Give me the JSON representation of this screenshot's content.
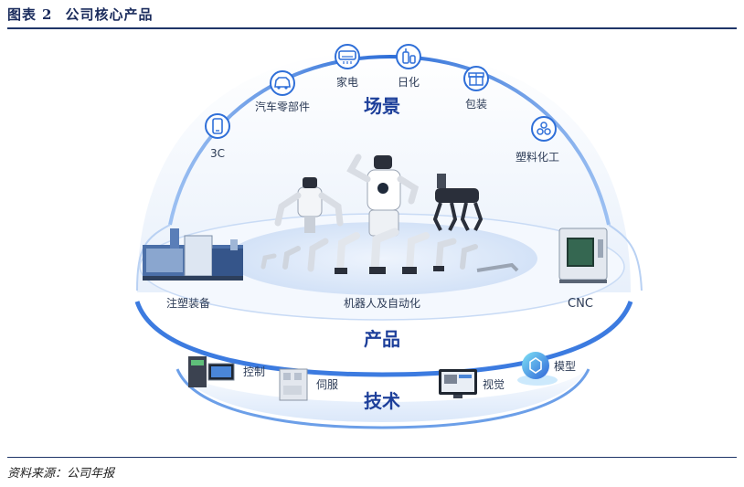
{
  "header": {
    "prefix": "图表",
    "number": "2",
    "title": "公司核心产品"
  },
  "source": "资料来源：公司年报",
  "scenes": {
    "title": "场景",
    "items": [
      {
        "label": "3C",
        "icon": "phone-icon"
      },
      {
        "label": "汽车零部件",
        "icon": "car-icon"
      },
      {
        "label": "家电",
        "icon": "air-conditioner-icon"
      },
      {
        "label": "日化",
        "icon": "bottle-icon"
      },
      {
        "label": "包装",
        "icon": "gift-box-icon"
      },
      {
        "label": "塑料化工",
        "icon": "molecule-icon"
      }
    ]
  },
  "products": {
    "title": "产品",
    "items": [
      {
        "label": "注塑装备"
      },
      {
        "label": "机器人及自动化"
      },
      {
        "label": "CNC"
      }
    ]
  },
  "technology": {
    "title": "技术",
    "items": [
      {
        "label": "控制"
      },
      {
        "label": "伺服"
      },
      {
        "label": "视觉"
      },
      {
        "label": "模型"
      }
    ]
  },
  "colors": {
    "accent": "#2f6fd8",
    "title_text": "#1d3f9a",
    "header_text": "#1a2b5c"
  }
}
